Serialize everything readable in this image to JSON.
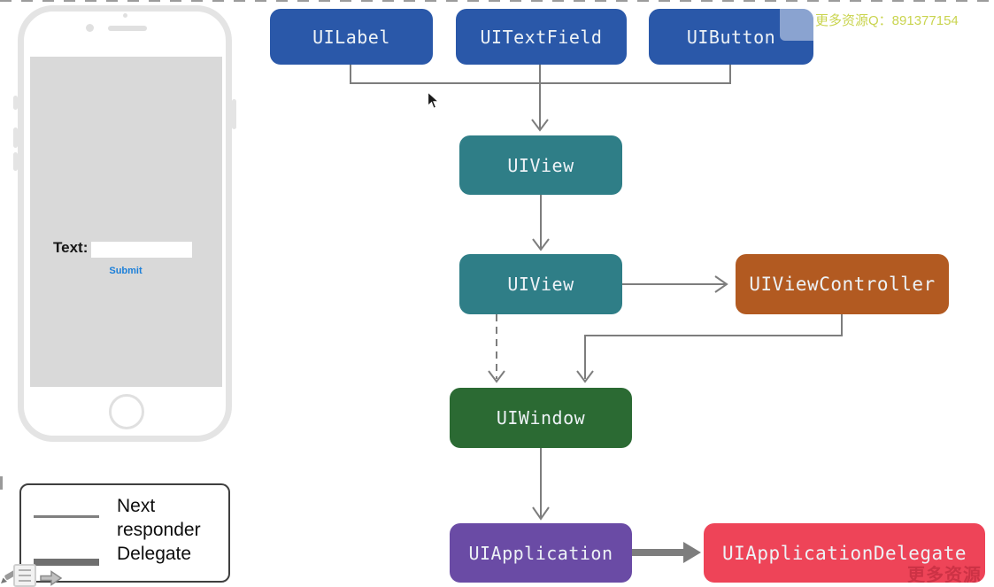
{
  "watermark": {
    "top_right_text": "更多资源Q：891377154",
    "color": "#c9d44e",
    "faint_bottom_right_text": "更多资源"
  },
  "phone_mockup": {
    "text_label": "Text:",
    "input_value": "",
    "input_placeholder": "",
    "submit_label": "Submit",
    "submit_color": "#1b7fd9"
  },
  "diagram": {
    "nodes": [
      {
        "id": "uilabel",
        "label": "UILabel",
        "color": "#2a58a9"
      },
      {
        "id": "uitextfield",
        "label": "UITextField",
        "color": "#2a58a9"
      },
      {
        "id": "uibutton",
        "label": "UIButton",
        "color": "#2a58a9"
      },
      {
        "id": "uiview-top",
        "label": "UIView",
        "color": "#2f7e87"
      },
      {
        "id": "uiview-root",
        "label": "UIView",
        "color": "#2f7e87"
      },
      {
        "id": "uiviewcontroller",
        "label": "UIViewController",
        "color": "#b25a21"
      },
      {
        "id": "uiwindow",
        "label": "UIWindow",
        "color": "#2b6a33"
      },
      {
        "id": "uiapplication",
        "label": "UIApplication",
        "color": "#6a4ba5"
      },
      {
        "id": "uiapplicationdelegate",
        "label": "UIApplicationDelegate",
        "color": "#ee4458"
      }
    ],
    "edges": [
      {
        "from": "uilabel",
        "to": "uiview-top",
        "type": "next_responder"
      },
      {
        "from": "uitextfield",
        "to": "uiview-top",
        "type": "next_responder"
      },
      {
        "from": "uibutton",
        "to": "uiview-top",
        "type": "next_responder"
      },
      {
        "from": "uiview-top",
        "to": "uiview-root",
        "type": "next_responder"
      },
      {
        "from": "uiview-root",
        "to": "uiviewcontroller",
        "type": "next_responder"
      },
      {
        "from": "uiview-root",
        "to": "uiwindow",
        "type": "next_responder_dashed"
      },
      {
        "from": "uiviewcontroller",
        "to": "uiwindow",
        "type": "next_responder"
      },
      {
        "from": "uiwindow",
        "to": "uiapplication",
        "type": "next_responder"
      },
      {
        "from": "uiapplication",
        "to": "uiapplicationdelegate",
        "type": "delegate"
      }
    ],
    "line_color": "#7d7d7d"
  },
  "legend": {
    "items": [
      {
        "style": "thin-line",
        "label": "Next responder"
      },
      {
        "style": "thick-line",
        "label": "Delegate"
      }
    ]
  }
}
